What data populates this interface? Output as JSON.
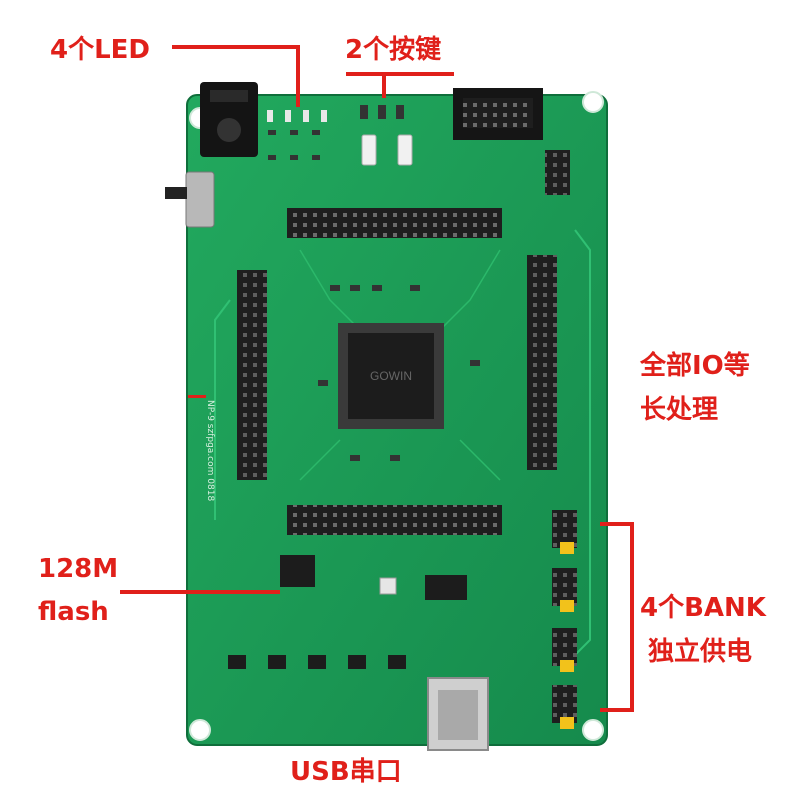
{
  "photo": {
    "subject": "green FPGA development board",
    "colors": {
      "pcb": "#1fa35a",
      "pcb_dark": "#14844a",
      "trace": "#2bbb6c",
      "header_pin": "#2a2a2a",
      "chip": "#1c1c1c",
      "usb_metal": "#c9c9c9",
      "jumper_yellow": "#f2c21b",
      "annotation": "#e0201a"
    },
    "chip_marking": "GOWIN",
    "silkscreen_text": "NP-9 szfpga.com 0818"
  },
  "annotations": {
    "led": "4个LED",
    "buttons": "2个按键",
    "io_line1": "全部IO等",
    "io_line2": "长处理",
    "flash_line1": "128M",
    "flash_line2": "flash",
    "bank_line1": "4个BANK",
    "bank_line2": "独立供电",
    "usb": "USB串口"
  }
}
